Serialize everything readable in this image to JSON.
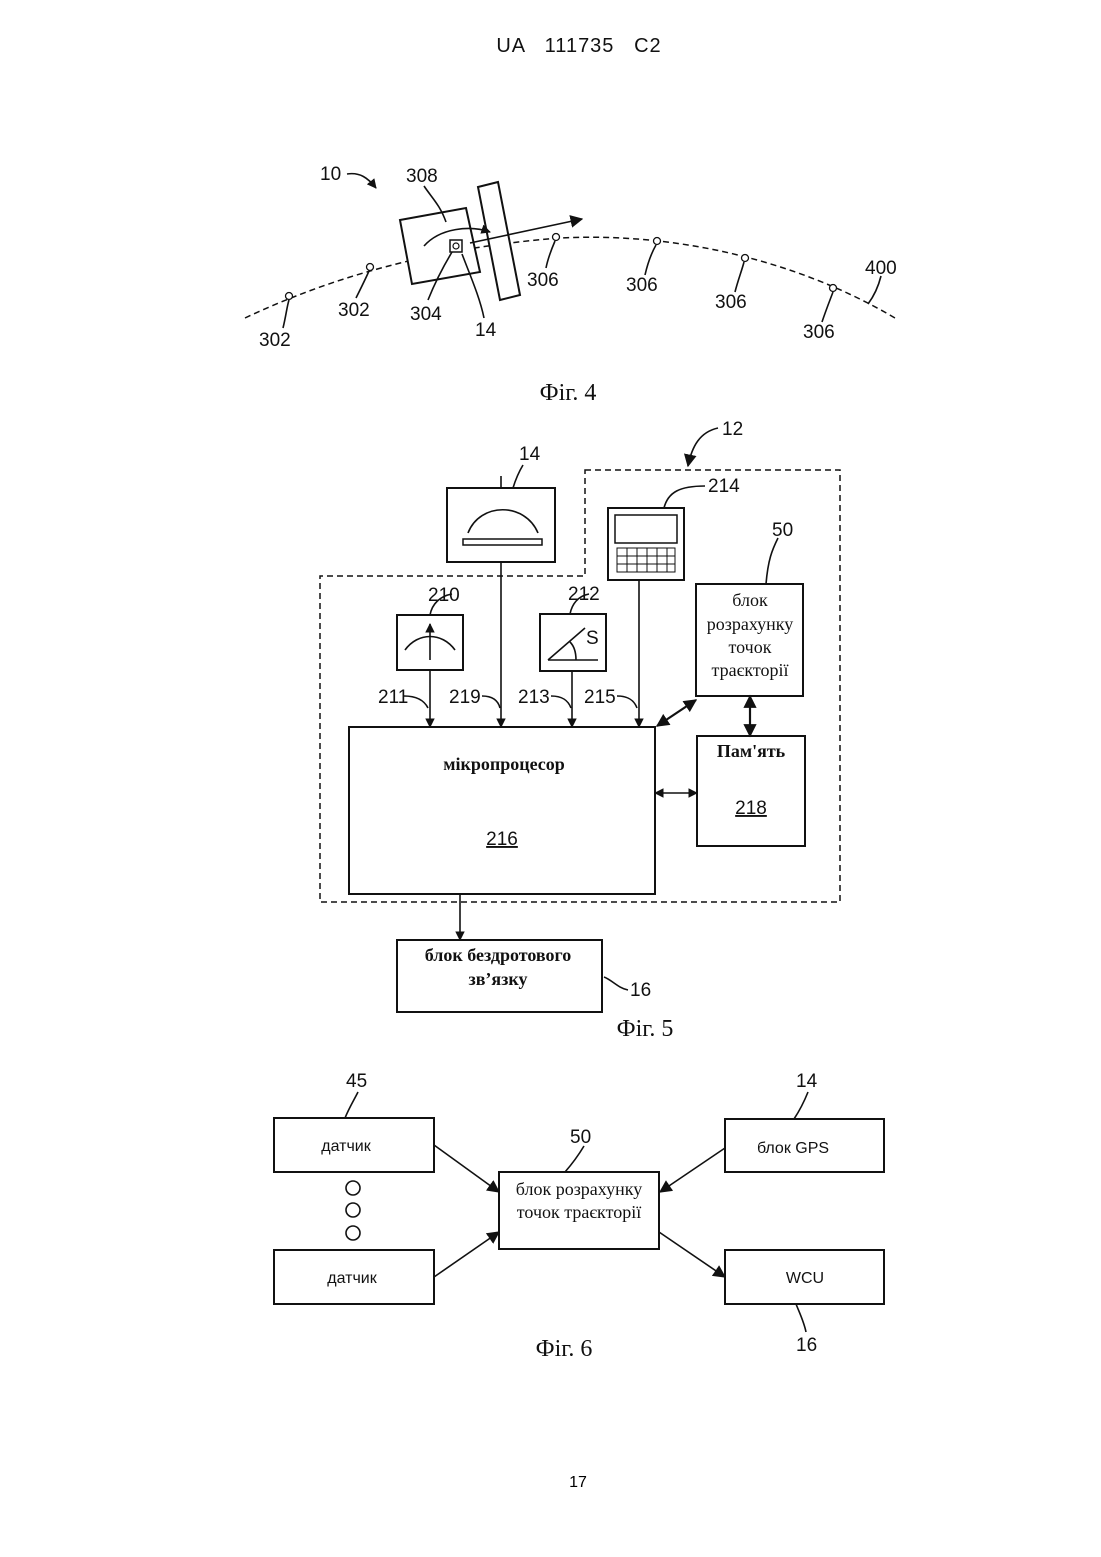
{
  "header": {
    "doc_id": "UA   111735   C2"
  },
  "fig4": {
    "caption": "Фіг. 4",
    "labels": {
      "ref_10": "10",
      "ref_308": "308",
      "ref_302a": "302",
      "ref_302b": "302",
      "ref_304": "304",
      "ref_14": "14",
      "ref_306a": "306",
      "ref_306b": "306",
      "ref_306c": "306",
      "ref_306d": "306",
      "ref_400": "400"
    }
  },
  "fig5": {
    "caption": "Фіг. 5",
    "labels": {
      "ref_12": "12",
      "ref_14": "14",
      "ref_214": "214",
      "ref_50": "50",
      "ref_210": "210",
      "ref_212": "212",
      "ref_211": "211",
      "ref_219": "219",
      "ref_213": "213",
      "ref_215": "215",
      "ref_16": "16",
      "s_mark": "S"
    },
    "microprocessor": {
      "title": "мікропроцесор",
      "ref": "216"
    },
    "memory": {
      "title": "Пам'ять",
      "ref": "218"
    },
    "calc_block": {
      "line1": "блок",
      "line2": "розрахунку",
      "line3": "точок",
      "line4": "траєкторії"
    },
    "wireless": {
      "line1": "блок бездротового",
      "line2": "зв’язку"
    }
  },
  "fig6": {
    "caption": "Фіг. 6",
    "labels": {
      "ref_45": "45",
      "ref_50": "50",
      "ref_14": "14",
      "ref_16": "16"
    },
    "sensor_top": "датчик",
    "sensor_bottom": "датчик",
    "calc": {
      "line1": "блок розрахунку",
      "line2": "точок траєкторії"
    },
    "gps": "блок GPS",
    "wcu": "WCU"
  },
  "footer": {
    "page_number": "17"
  }
}
